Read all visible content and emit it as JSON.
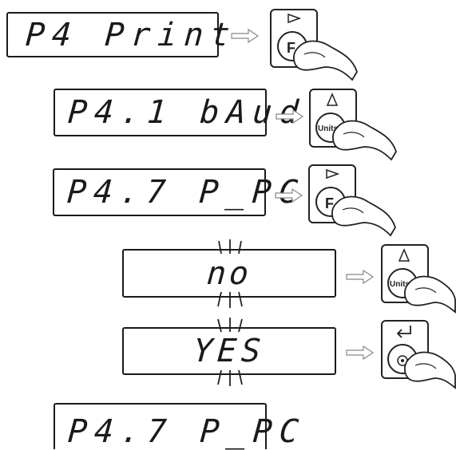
{
  "steps": [
    {
      "display": "P4 Print",
      "button": {
        "label": "F",
        "symbol": "▻",
        "icon": "f-key-icon"
      }
    },
    {
      "display": "P4.1 bAud",
      "button": {
        "label": "Units",
        "symbol": "Δ",
        "icon": "units-key-icon"
      }
    },
    {
      "display": "P4.7 P_PC",
      "button": {
        "label": "F",
        "symbol": "▻",
        "icon": "f-key-icon"
      }
    },
    {
      "display": "no",
      "blinking": true,
      "button": {
        "label": "Units",
        "symbol": "Δ",
        "icon": "units-key-icon"
      }
    },
    {
      "display": "YES",
      "blinking": true,
      "button": {
        "label": "",
        "symbol": "↵",
        "icon": "enter-key-icon"
      }
    },
    {
      "display": "P4.7 P_PC"
    }
  ]
}
